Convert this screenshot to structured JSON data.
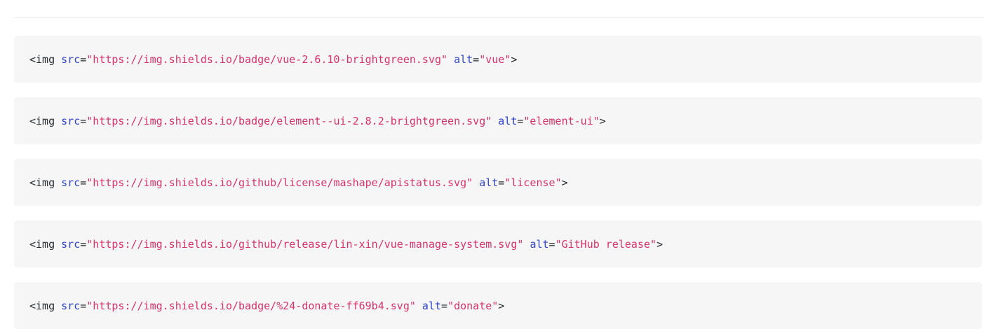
{
  "page": {
    "background_color": "#ffffff",
    "divider_color": "#e7e7e9",
    "code_block_background": "#f6f6f7",
    "code_text_color": "#24292e",
    "attribute_color": "#2f43c8",
    "string_color": "#d6336c"
  },
  "code_blocks": [
    {
      "name": "vue-badge",
      "open_tag": "<img",
      "src_attr": "src",
      "eq1": "=",
      "src_value": "\"https://img.shields.io/badge/vue-2.6.10-brightgreen.svg\"",
      "alt_attr": "alt",
      "eq2": "=",
      "alt_value": "\"vue\"",
      "close_tag": ">"
    },
    {
      "name": "element-ui-badge",
      "open_tag": "<img",
      "src_attr": "src",
      "eq1": "=",
      "src_value": "\"https://img.shields.io/badge/element--ui-2.8.2-brightgreen.svg\"",
      "alt_attr": "alt",
      "eq2": "=",
      "alt_value": "\"element-ui\"",
      "close_tag": ">"
    },
    {
      "name": "license-badge",
      "open_tag": "<img",
      "src_attr": "src",
      "eq1": "=",
      "src_value": "\"https://img.shields.io/github/license/mashape/apistatus.svg\"",
      "alt_attr": "alt",
      "eq2": "=",
      "alt_value": "\"license\"",
      "close_tag": ">"
    },
    {
      "name": "github-release-badge",
      "open_tag": "<img",
      "src_attr": "src",
      "eq1": "=",
      "src_value": "\"https://img.shields.io/github/release/lin-xin/vue-manage-system.svg\"",
      "alt_attr": "alt",
      "eq2": "=",
      "alt_value": "\"GitHub release\"",
      "close_tag": ">"
    },
    {
      "name": "donate-badge",
      "open_tag": "<img",
      "src_attr": "src",
      "eq1": "=",
      "src_value": "\"https://img.shields.io/badge/%24-donate-ff69b4.svg\"",
      "alt_attr": "alt",
      "eq2": "=",
      "alt_value": "\"donate\"",
      "close_tag": ">"
    }
  ]
}
